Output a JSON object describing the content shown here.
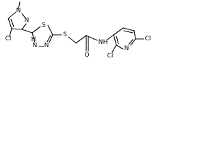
{
  "molecule": {
    "atoms": {
      "methyl": "",
      "pyrazole_n1": "N",
      "pyrazole_n2": "N",
      "pyrazole_cl": "Cl",
      "thiadiazole_s": "S",
      "thiadiazole_n_h": "N",
      "thiadiazole_h": "H",
      "thiadiazole_n": "N",
      "thioether_s": "S",
      "carbonyl_o": "O",
      "amide_n": "N",
      "amide_h": "H",
      "pyridine_n": "N",
      "pyridine_cl_top": "Cl",
      "pyridine_cl_bottom": "Cl"
    }
  }
}
